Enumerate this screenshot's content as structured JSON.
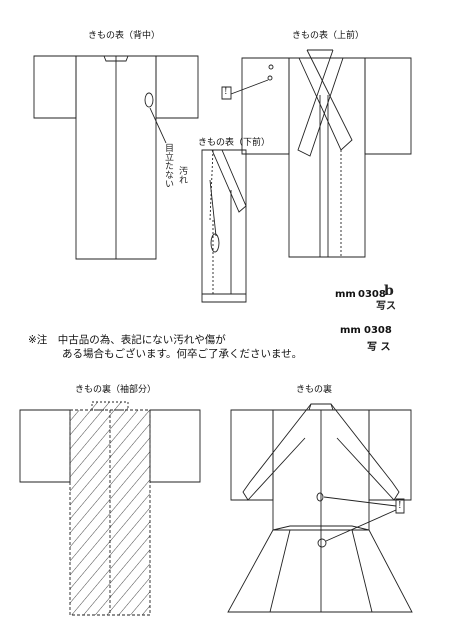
{
  "views": {
    "back": "きもの表（背中）",
    "front_upper": "きもの表（上前）",
    "front_lower": "きもの表（下前）",
    "lining_sleeve": "きもの裏（袖部分）",
    "lining": "きもの裏"
  },
  "handwritten": {
    "stain_note_col1": "目立たない",
    "stain_note_col2": "汚れ",
    "mark_1": "!",
    "mark_2": "!",
    "code_suffix": "b",
    "code_suffix_label": "写ス"
  },
  "notice": {
    "line1": "※注　中古品の為、表記にない汚れや傷が",
    "line2": "ある場合もございます。何卒ご了承くださいませ。"
  },
  "codes": {
    "code1_unit": "mm",
    "code1_number": "0308",
    "code2_unit": "mm",
    "code2_number": "0308",
    "code2_label": "写 ス"
  }
}
